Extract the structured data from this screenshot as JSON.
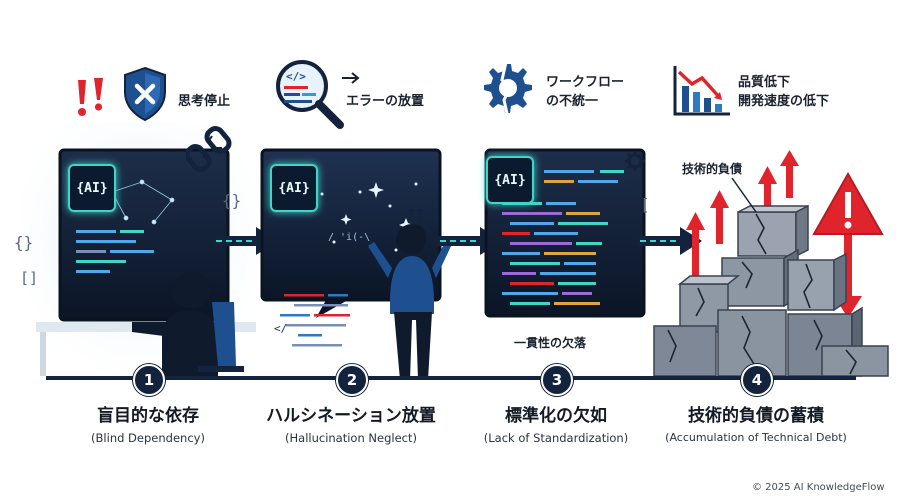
{
  "top_labels": {
    "stop_thinking": "思考停止",
    "error_neglect": "エラーの放置",
    "workflow_line1": "ワークフロー",
    "workflow_line2": "の不統一",
    "quality_line1": "品質低下",
    "quality_line2": "開発速度の低下"
  },
  "panel_labels": {
    "ai_badge": "{AI}",
    "consistency": "一貫性の欠落",
    "tech_debt": "技術的負債"
  },
  "steps": [
    {
      "number": "1",
      "title": "盲目的な依存",
      "subtitle": "(Blind Dependency)"
    },
    {
      "number": "2",
      "title": "ハルシネーション放置",
      "subtitle": "(Hallucination Neglect)"
    },
    {
      "number": "3",
      "title": "標準化の欠如",
      "subtitle": "(Lack of Standardization)"
    },
    {
      "number": "4",
      "title": "技術的負債の蓄積",
      "subtitle": "(Accumulation of Technical Debt)"
    }
  ],
  "copyright": "© 2025 AI KnowledgeFlow",
  "colors": {
    "navy": "#14233d",
    "teal": "#3fd6c8",
    "warning_red": "#e0242c",
    "shield_blue": "#1e4f8f"
  },
  "icons": [
    "exclamation-icon",
    "shield-x-icon",
    "magnifier-code-icon",
    "broken-gear-icon",
    "declining-chart-icon",
    "broken-chain-icon",
    "warning-triangle-icon"
  ]
}
